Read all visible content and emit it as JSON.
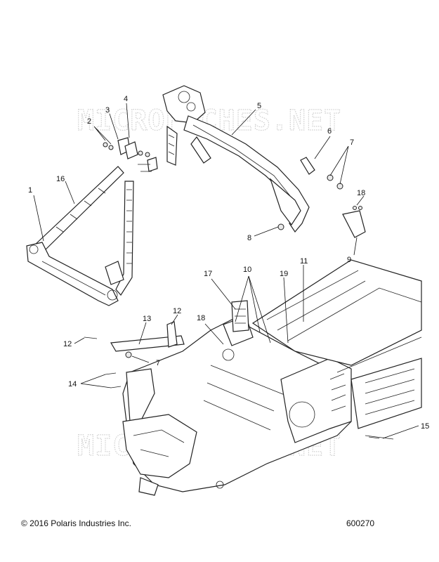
{
  "watermark": "MICROFICHES.NET",
  "footer": {
    "copyright": "© 2016 Polaris Industries Inc.",
    "reference_number": "600270"
  },
  "callouts": {
    "c1": "1",
    "c2": "2",
    "c3": "3",
    "c4": "4",
    "c5": "5",
    "c6": "6",
    "c7a": "7",
    "c7b": "7",
    "c8": "8",
    "c9": "9",
    "c10": "10",
    "c11": "11",
    "c12a": "12",
    "c12b": "12",
    "c13": "13",
    "c14": "14",
    "c15": "15",
    "c16": "16",
    "c17": "17",
    "c18": "18",
    "c19": "19"
  }
}
